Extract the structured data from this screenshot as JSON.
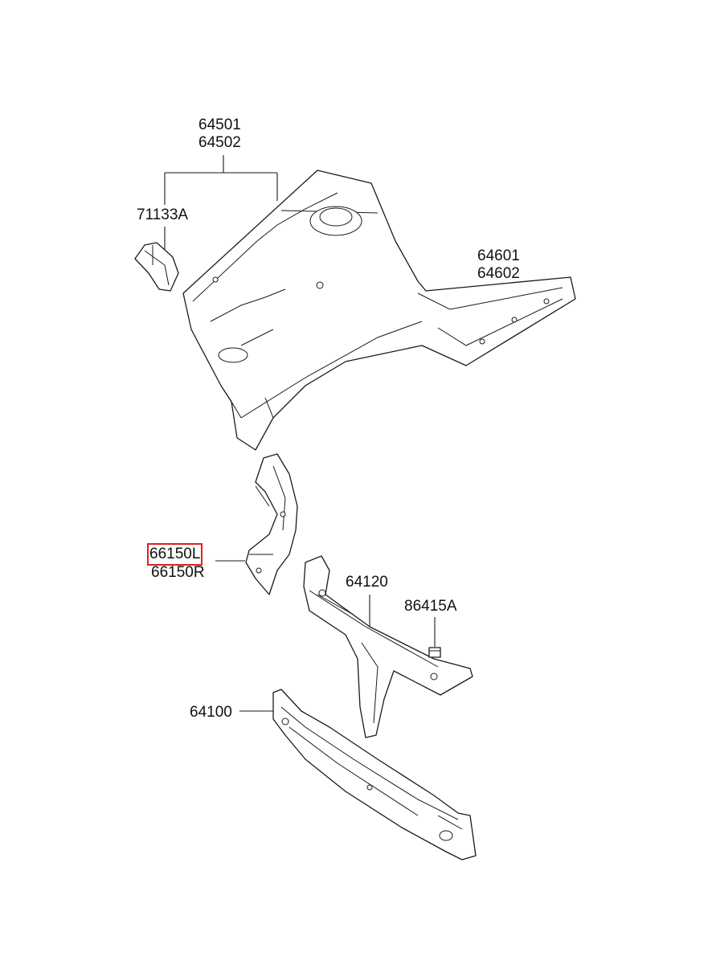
{
  "callouts": {
    "front_side_member": {
      "line1": "64501",
      "line2": "64502"
    },
    "bracket": {
      "line1": "71133A"
    },
    "rear_member": {
      "line1": "64601",
      "line2": "64602"
    },
    "apron_reinforcement": {
      "line1": "66150L",
      "line2": "66150R",
      "highlighted": true,
      "highlight_color": "#e02020"
    },
    "upper_panel": {
      "line1": "64120"
    },
    "nut": {
      "line1": "86415A"
    },
    "lower_member": {
      "line1": "64100"
    }
  }
}
